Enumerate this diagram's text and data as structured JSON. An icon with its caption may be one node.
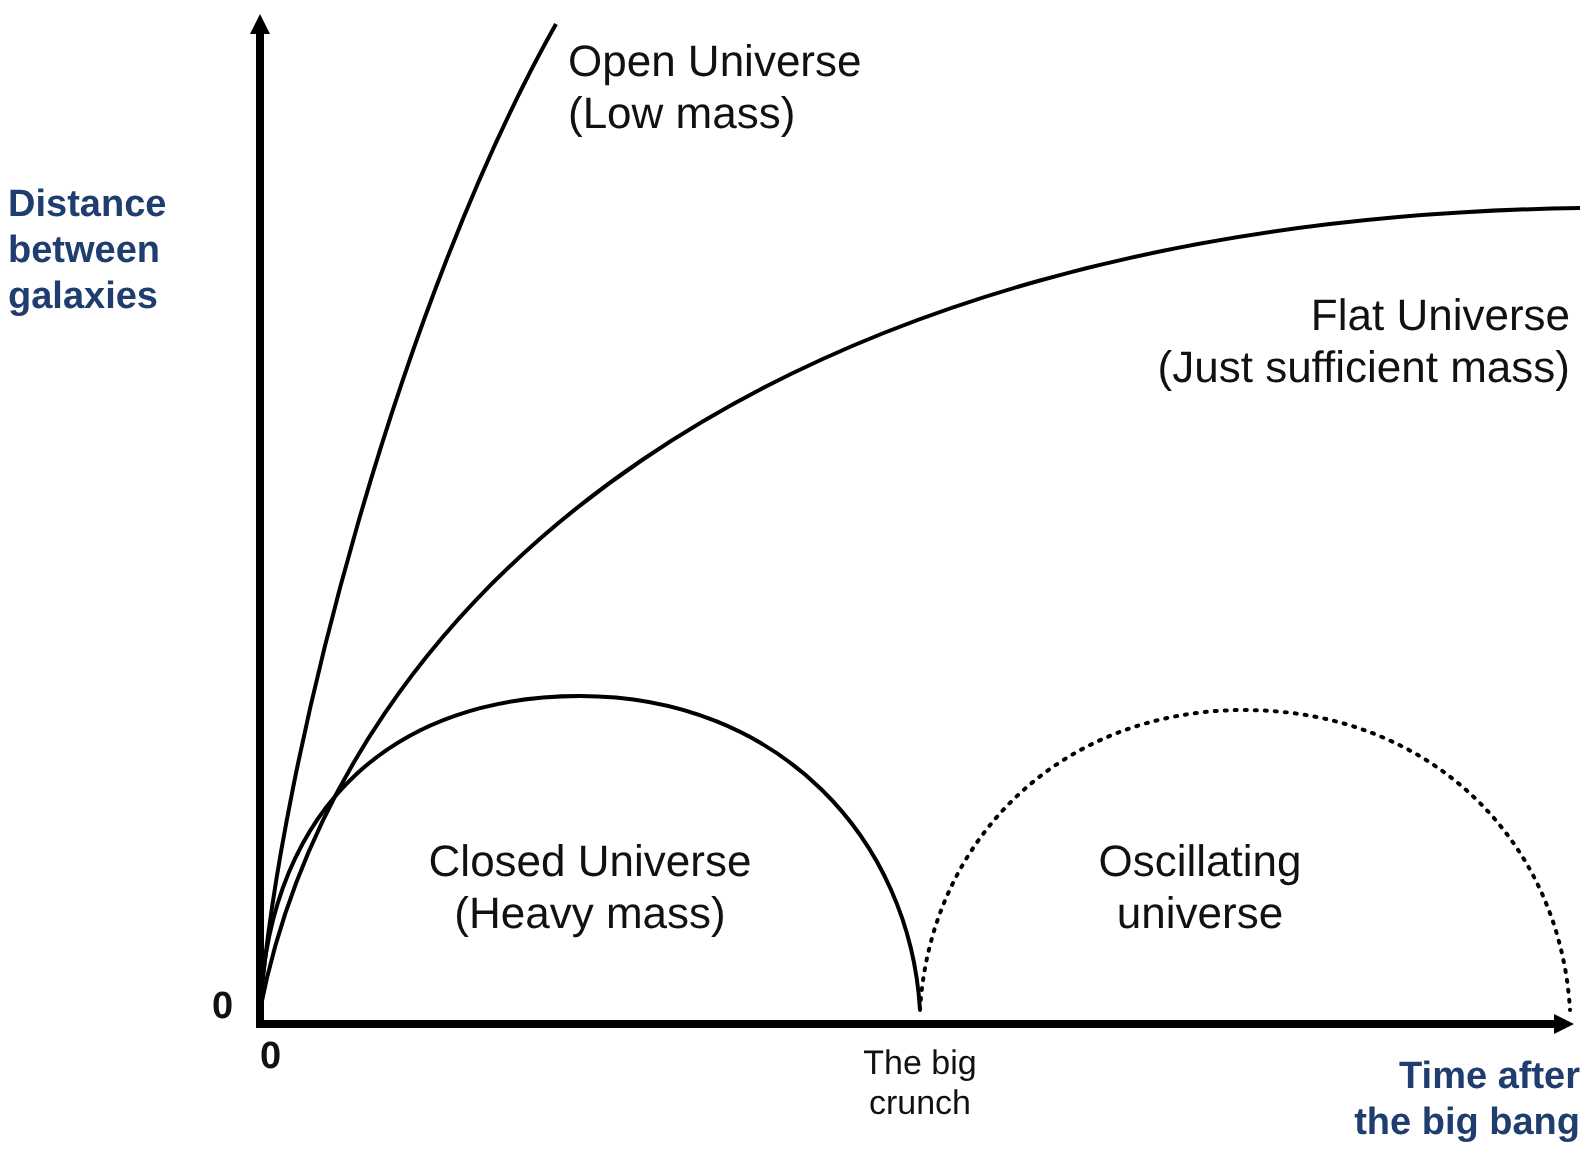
{
  "diagram": {
    "labels": [
      "Distance between galaxies",
      "Open Universe (Low mass)",
      "Flat Universe (Just sufficient mass)",
      "Closed Universe (Heavy mass)",
      "Oscillating universe",
      "0",
      "0",
      "The big crunch",
      "Time after the big bang"
    ]
  }
}
